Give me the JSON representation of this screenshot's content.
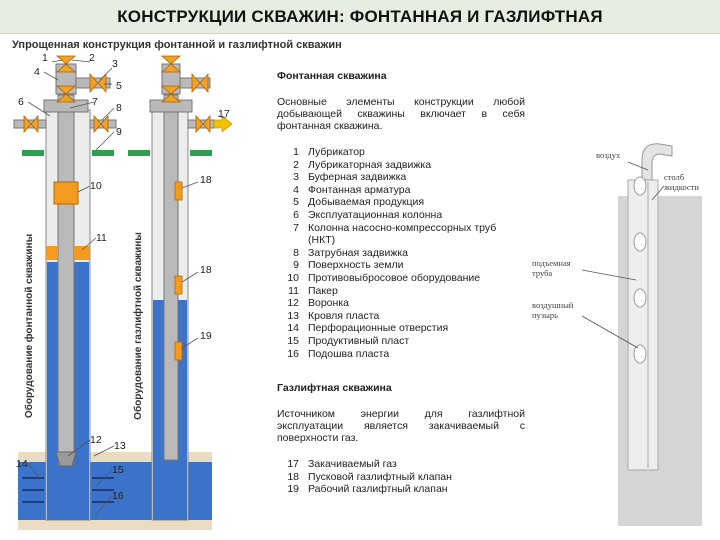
{
  "title": "КОНСТРУКЦИИ СКВАЖИН: ФОНТАННАЯ И ГАЗЛИФТНАЯ",
  "subtitle": "Упрощенная конструкция фонтанной и газлифтной скважин",
  "left_well": {
    "vertical_label": "Оборудование фонтанной скважины",
    "callouts": [
      "1",
      "2",
      "3",
      "4",
      "5",
      "6",
      "7",
      "8",
      "9",
      "10",
      "11",
      "12",
      "13",
      "14",
      "15",
      "16"
    ]
  },
  "right_well": {
    "vertical_label": "Оборудование газлифтной скважины",
    "callouts": [
      "17",
      "18",
      "18",
      "19"
    ]
  },
  "fountain": {
    "heading": "Фонтанная скважина",
    "intro": "Основные элементы конструкции любой добывающей скважины включает в себя фонтанная скважина.",
    "items": [
      {
        "n": "1",
        "label": "Лубрикатор"
      },
      {
        "n": "2",
        "label": "Лубрикаторная задвижка"
      },
      {
        "n": "3",
        "label": "Буферная задвижка"
      },
      {
        "n": "4",
        "label": "Фонтанная арматура"
      },
      {
        "n": "5",
        "label": "Добываемая продукция"
      },
      {
        "n": "6",
        "label": "Эксплуатационная колонна"
      },
      {
        "n": "7",
        "label": "Колонна насосно-компрессорных труб (НКТ)"
      },
      {
        "n": "8",
        "label": "Затрубная задвижка"
      },
      {
        "n": "9",
        "label": "Поверхность земли"
      },
      {
        "n": "10",
        "label": "Противовыбросовое оборудование"
      },
      {
        "n": "11",
        "label": "Пакер"
      },
      {
        "n": "12",
        "label": "Воронка"
      },
      {
        "n": "13",
        "label": "Кровля пласта"
      },
      {
        "n": "14",
        "label": "Перфорационные отверстия"
      },
      {
        "n": "15",
        "label": "Продуктивный пласт"
      },
      {
        "n": "16",
        "label": "Подошва пласта"
      }
    ]
  },
  "gaslift": {
    "heading": "Газлифтная скважина",
    "intro": "Источником энергии для газлифтной эксплуатации является закачиваемый с поверхности газ.",
    "items": [
      {
        "n": "17",
        "label": "Закачиваемый газ"
      },
      {
        "n": "18",
        "label": "Пусковой газлифтный клапан"
      },
      {
        "n": "19",
        "label": "Рабочий газлифтный клапан"
      }
    ]
  },
  "photo": {
    "label_air": "воздух",
    "label_column": "столб жидкости",
    "label_pipe": "подъемная труба",
    "label_bubble": "воздушный пузырь"
  },
  "colors": {
    "title_bg": "#e5eee0",
    "casing": "#c8c8c8",
    "fluid": "#3a73c9",
    "packer": "#f29b1e",
    "valve": "#f2a026",
    "ground": "#2e9e50",
    "layer": "#e9dcc0",
    "arrow": "#f2c200"
  }
}
